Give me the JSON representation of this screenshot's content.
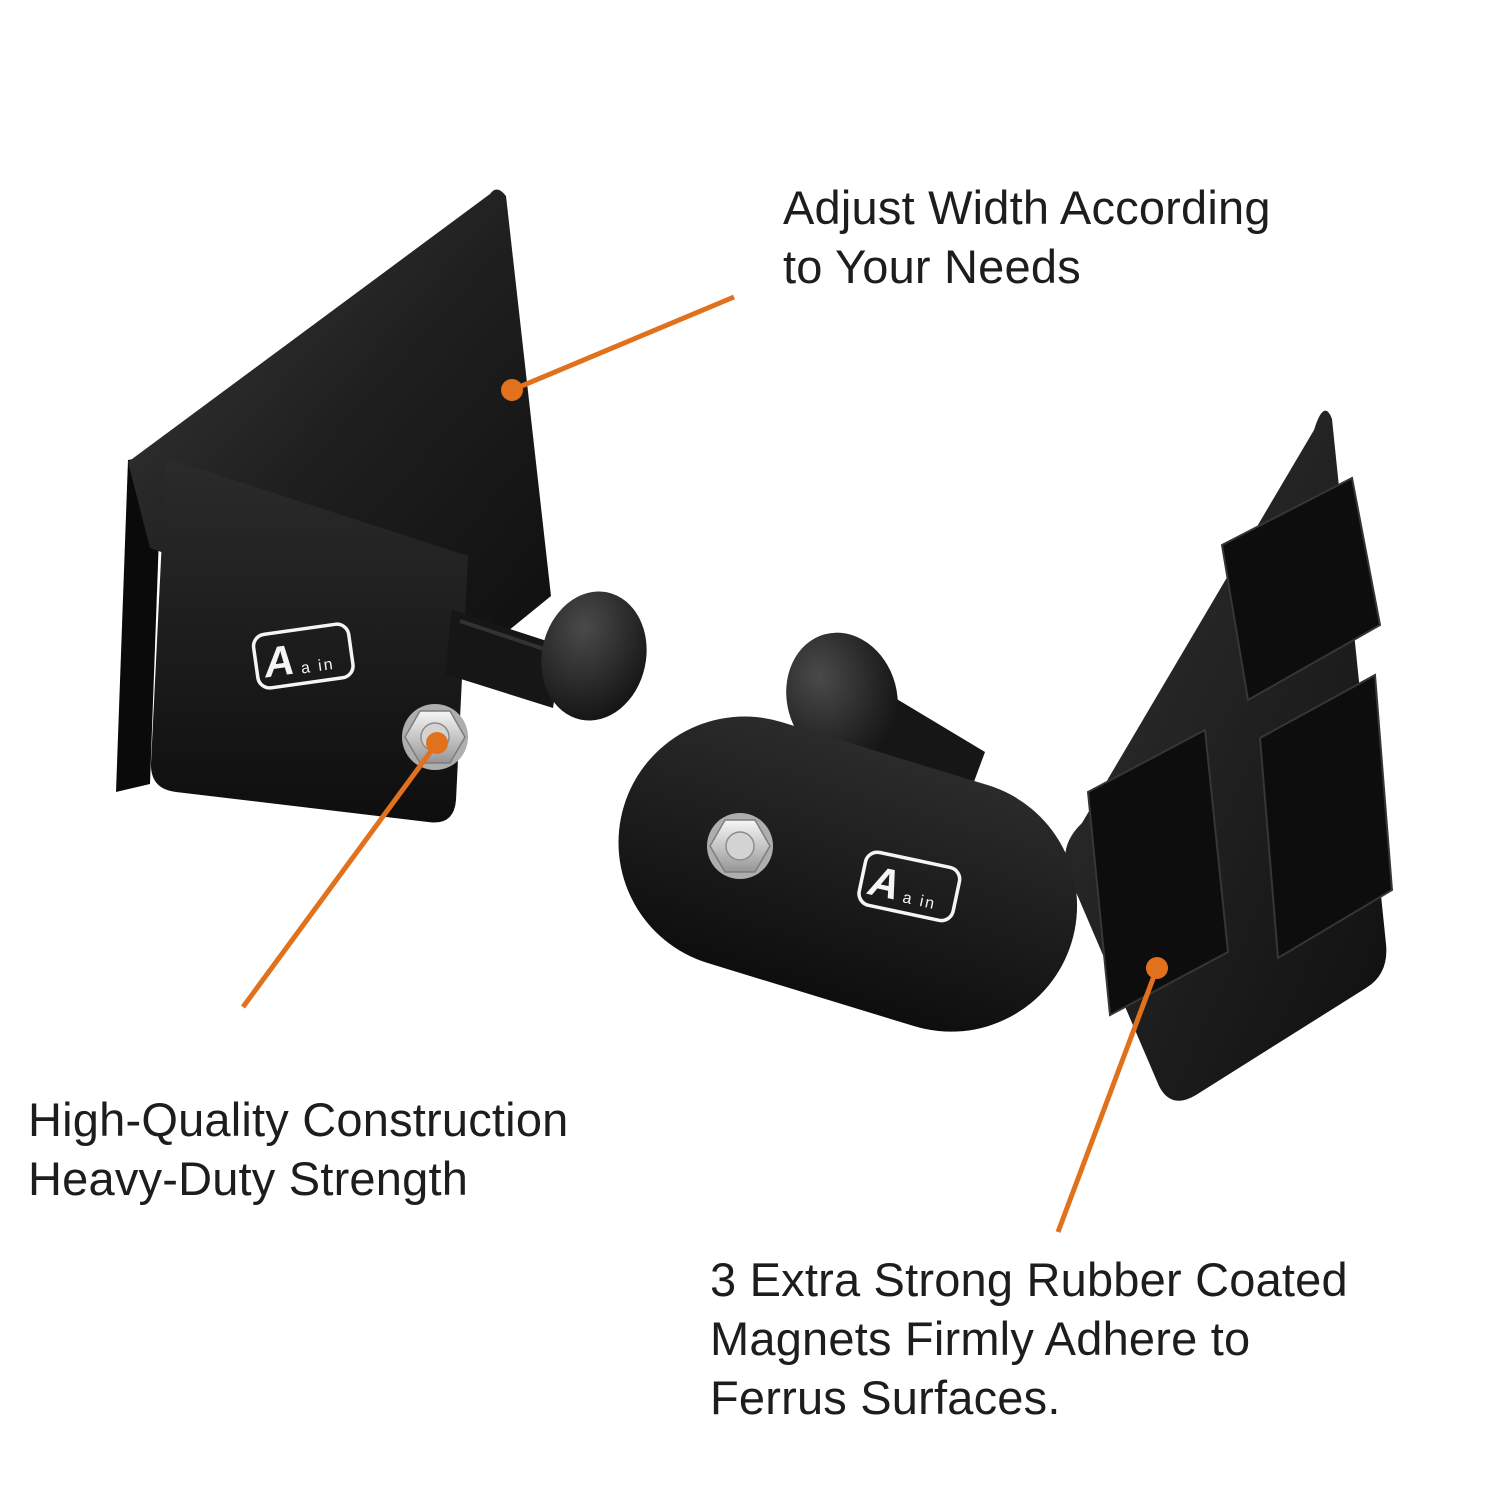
{
  "image": {
    "background": "#ffffff",
    "accent_color": "#e2711d",
    "text_color": "#1d1d1d",
    "product_color": "#1a1a1a"
  },
  "callouts": {
    "adjust_width": {
      "lines": [
        "Adjust Width According",
        "to Your Needs"
      ]
    },
    "construction": {
      "lines": [
        "High-Quality Construction",
        "Heavy-Duty Strength"
      ]
    },
    "magnets": {
      "lines": [
        "3 Extra Strong Rubber Coated",
        "Magnets Firmly Adhere to",
        "Ferrus Surfaces."
      ]
    }
  },
  "brand": {
    "mark": "A",
    "text": "a in"
  }
}
